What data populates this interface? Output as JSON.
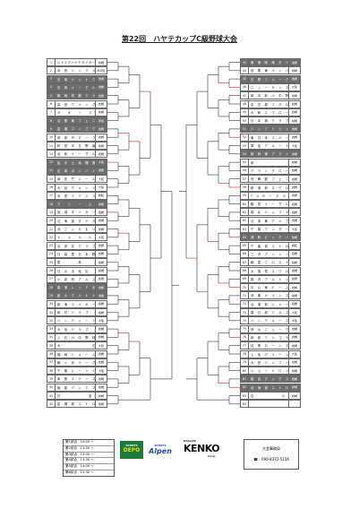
{
  "title": "第22回　ハヤテカップC級野球大会",
  "left_teams": [
    {
      "no": "1",
      "name": "ヒトミクハヤテタイガース",
      "pref": "岩槻",
      "dark": false
    },
    {
      "no": "2",
      "name": "永　田　ソ　ッ　ク　ス",
      "pref": "所沢区",
      "dark": false
    },
    {
      "no": "3",
      "name": "白　岡　ナ　ッ　ト　ク　ラ　ブ",
      "pref": "岩槻",
      "dark": true
    },
    {
      "no": "4",
      "name": "白　岡　イ　ー　グ　ル　ス",
      "pref": "岩槻",
      "dark": true
    },
    {
      "no": "5",
      "name": "鶴　岡　栄　鶴　ク　ラ　ブ",
      "pref": "岩槻",
      "dark": true
    },
    {
      "no": "6",
      "name": "高　田　ウ　イ　ン　グ　ス",
      "pref": "岩槻",
      "dark": false
    },
    {
      "no": "7",
      "name": "ガ　　オ　　ー　　ズ",
      "pref": "岩槻",
      "dark": false
    },
    {
      "no": "8",
      "name": "北　関　東　フ　ェ　ニ　ッ　ク　ス",
      "pref": "草加",
      "dark": true
    },
    {
      "no": "9",
      "name": "岩　槻　コ　ン　ゴ　ウ　ズ",
      "pref": "岩槻",
      "dark": true
    },
    {
      "no": "10",
      "name": "伊　勢　丹　ピ　ー　ク　ラ　ブ",
      "pref": "岩槻",
      "dark": false
    },
    {
      "no": "11",
      "name": "町　田　市　日　野　南",
      "pref": "岩槻",
      "dark": false
    },
    {
      "no": "12",
      "name": "北　総　イ　ー　グ　ル　ス",
      "pref": "岩槻",
      "dark": false
    },
    {
      "no": "13",
      "name": "岩　手　土　地　開　発",
      "pref": "大阪",
      "dark": true
    },
    {
      "no": "14",
      "name": "石　岡　ボ　ン　バ　イ　ズ",
      "pref": "岩槻",
      "dark": true
    },
    {
      "no": "15",
      "name": "南　佐　竹　シ　ー　ル　ズ",
      "pref": "大阪",
      "dark": false
    },
    {
      "no": "16",
      "name": "大　谷　ウ　ォ　ン　ツ",
      "pref": "大阪",
      "dark": false
    },
    {
      "no": "17",
      "name": "永　田　ラ　ク　ジ　ス",
      "pref": "暗転",
      "dark": false
    },
    {
      "no": "18",
      "name": "ク　　リ　　ー　　ム",
      "pref": "岩槻",
      "dark": true
    },
    {
      "no": "19",
      "name": "宮　城　タ　イ　ガ　ー　ス",
      "pref": "岩槻",
      "dark": false
    },
    {
      "no": "20",
      "name": "北　海　道　タ　イ　ガ　ー　ス",
      "pref": "岩槻",
      "dark": false
    },
    {
      "no": "21",
      "name": "北　さ　い　た　ま　シ　ャ",
      "pref": "岩槻",
      "dark": false
    },
    {
      "no": "22",
      "name": "ト　　ゥ　　ル　　ル",
      "pref": "大阪",
      "dark": false
    },
    {
      "no": "23",
      "name": "北　伊　奈　ク　ラ　ブ",
      "pref": "岩槻",
      "dark": false
    },
    {
      "no": "24",
      "name": "日　暮　里　日　本　野　球　ク　ラ　ブ",
      "pref": "岩槻",
      "dark": false
    },
    {
      "no": "25",
      "name": "尾　　　　　林　　　　　北",
      "pref": "岩槻",
      "dark": false
    },
    {
      "no": "26",
      "name": "日　の　出　地　区",
      "pref": "岩槻",
      "dark": false
    },
    {
      "no": "27",
      "name": "小　泉　西　ア　ル　ス　タ　ー　ズ",
      "pref": "岩槻",
      "dark": false
    },
    {
      "no": "28",
      "name": "森　浦　レ　ッ　ド　ボ　ン",
      "pref": "岩槻",
      "dark": true
    },
    {
      "no": "29",
      "name": "新　小　ア　ル　ナ　イ　ル",
      "pref": "岩槻",
      "dark": true
    },
    {
      "no": "30",
      "name": "新　海　ラ　イ　ガ　ー　ス",
      "pref": "岩槻",
      "dark": false
    },
    {
      "no": "31",
      "name": "新　村　ク　ラ　ブ",
      "pref": "岩槻",
      "dark": false
    },
    {
      "no": "32",
      "name": "ハ　ン　テ　ィ　ー　ド　イ　ク",
      "pref": "大阪",
      "dark": false
    },
    {
      "no": "33",
      "name": "大　島　ク　ラ　ブ",
      "pref": "岩槻",
      "dark": false
    },
    {
      "no": "34",
      "name": "上　石　川　中　野　球",
      "pref": "岩槻",
      "dark": false
    },
    {
      "no": "35",
      "name": "大　　　　　　　　　正",
      "pref": "大阪",
      "dark": false
    },
    {
      "no": "36",
      "name": "福　岡　ト　ゥ　ー　ム",
      "pref": "岩槻",
      "dark": false
    },
    {
      "no": "37",
      "name": "鶴　ヶ　島　イ　ー　グ　ル　ス",
      "pref": "岩槻",
      "dark": false
    },
    {
      "no": "38",
      "name": "千　葉　ム　ー　ン　イ　ン",
      "pref": "大阪",
      "dark": false
    },
    {
      "no": "39",
      "name": "南　昌　ス　ナ　ー　ズ",
      "pref": "岩槻",
      "dark": false
    },
    {
      "no": "40",
      "name": "飯　能　パ　ッ　ク　マ　ン",
      "pref": "岩槻",
      "dark": false
    },
    {
      "no": "41",
      "name": "白　　　　　　　　金",
      "pref": "岩槻",
      "dark": false
    },
    {
      "no": "42",
      "name": "岩　槻　城　ス　ト　ロ　ン　グ　ス",
      "pref": "岩槻",
      "dark": false
    }
  ],
  "right_teams": [
    {
      "no": "43",
      "name": "東　海　岡　崎　タ　イ　ガ　ー　ス",
      "pref": "岩槻",
      "dark": true
    },
    {
      "no": "44",
      "name": "西　関　東　イ　ン　パ　ル　ス",
      "pref": "岩槻",
      "dark": false
    },
    {
      "no": "45",
      "name": "白　鷺　フ　ル　ー　ク　ラ　ブ",
      "pref": "岩槻",
      "dark": true
    },
    {
      "no": "46",
      "name": "ニ　ュ　ー　サ　ン　ズ　ー　ス",
      "pref": "大阪",
      "dark": false
    },
    {
      "no": "47",
      "name": "新　中　新　小　中　野　球",
      "pref": "岩槻",
      "dark": false
    },
    {
      "no": "48",
      "name": "名　古　屋　フ　ク　ロ　ウ　ズ",
      "pref": "岩槻",
      "dark": false
    },
    {
      "no": "49",
      "name": "大　和　ス　ワ　ロ　ー　ズ",
      "pref": "岩槻",
      "dark": false
    },
    {
      "no": "50",
      "name": "日　本　橋　ク　ラ　ブ　セ　ー　ラ　ー　ズ",
      "pref": "岩槻",
      "dark": false
    },
    {
      "no": "51",
      "name": "シ　ッ　ク　ト　ゥ　ッ　ス",
      "pref": "岩槻",
      "dark": true
    },
    {
      "no": "52",
      "name": "東　日　本　ス　ル　ー　ス",
      "pref": "岩槻",
      "dark": false
    },
    {
      "no": "53",
      "name": "草　加　ア　ル　ー　ト　イ　ン　ス",
      "pref": "大阪",
      "dark": false
    },
    {
      "no": "54",
      "name": "那　珂　湊　プ　ラ　イ　ズ　ー　ス",
      "pref": "岩槻",
      "dark": true
    },
    {
      "no": "55",
      "name": "新　　　　　　　　　　宿",
      "pref": "岩槻",
      "dark": false
    },
    {
      "no": "56",
      "name": "グ　ラ　ン　グ　ロ　ー　リ　ー",
      "pref": "岩槻",
      "dark": false
    },
    {
      "no": "57",
      "name": "西　舞　鶴　フ　ェ　ニ　ッ　ク　ス",
      "pref": "岩槻",
      "dark": false
    },
    {
      "no": "58",
      "name": "新　浦　和　ス　ワ　ロ　ー　ズ",
      "pref": "岩槻",
      "dark": false
    },
    {
      "no": "59",
      "name": "T　U　R　ー　ズ　小　ウ　ス",
      "pref": "岩槻",
      "dark": false
    },
    {
      "no": "60",
      "name": "鶴　見　イ　ー　グ　ル　ス",
      "pref": "岩槻",
      "dark": false
    },
    {
      "no": "61",
      "name": "城　北　バ　ッ　フ　ァ　ロ　ー　ズ",
      "pref": "岩槻",
      "dark": false
    },
    {
      "no": "62",
      "name": "北　鴻　巣　ア　ル　ク　ス",
      "pref": "岩槻",
      "dark": false
    },
    {
      "no": "63",
      "name": "千　葉　ウ　ン　ダ　ー　ス",
      "pref": "大阪",
      "dark": false
    },
    {
      "no": "64",
      "name": "浦　和　ビ　ッ　グ　ハ　ー　ス",
      "pref": "岩槻",
      "dark": true
    },
    {
      "no": "65",
      "name": "千　葉　城　ス　ト　ロ　ン　グ　ス",
      "pref": "暗転",
      "dark": false
    },
    {
      "no": "66",
      "name": "三　沢　ア　ン　ツ　ー　ズ",
      "pref": "岩槻",
      "dark": false
    },
    {
      "no": "67",
      "name": "朝　霞　フ　ロ　ス　ト　ー　ズ",
      "pref": "岩槻",
      "dark": false
    },
    {
      "no": "68",
      "name": "大　須　賀　ス　ワ　ロ　ー　ズ",
      "pref": "岩槻",
      "dark": false
    },
    {
      "no": "69",
      "name": "藤　沢　ア　ル　ト　ゥ　ン",
      "pref": "岩槻",
      "dark": false
    },
    {
      "no": "70",
      "name": "中　心　東　ド　ー　ム",
      "pref": "岩槻",
      "dark": false
    },
    {
      "no": "71",
      "name": "鴻　巣　カ　イ　ン　ズ",
      "pref": "岩槻",
      "dark": false
    },
    {
      "no": "72",
      "name": "北　浦　和　シ　ャ　ー　ク　ス",
      "pref": "岩槻",
      "dark": false
    },
    {
      "no": "73",
      "name": "春　日　部　ア　ル　ス　タ　ー　ズ",
      "pref": "大阪",
      "dark": false
    },
    {
      "no": "74",
      "name": "ハ　ン　ウ　ォ　ー　ス　ク",
      "pref": "大阪",
      "dark": false
    },
    {
      "no": "75",
      "name": "狭　山　ニ　ュ　ー　ウ　ェ　イ",
      "pref": "岩槻",
      "dark": false
    },
    {
      "no": "76",
      "name": "新　座　ア　ン　ゴ　ラ",
      "pref": "岩槻",
      "dark": false
    },
    {
      "no": "77",
      "name": "目　黒　ロ　ー　ン　ズ",
      "pref": "岩槻",
      "dark": false
    },
    {
      "no": "78",
      "name": "上　毛　グ　リ　ー　ン　ア　ル",
      "pref": "大阪",
      "dark": false
    },
    {
      "no": "79",
      "name": "大　宮　バ　ン　ブ　ー　ス",
      "pref": "岩槻",
      "dark": false
    },
    {
      "no": "80",
      "name": "シ　ョ　ー　ト　ロ　ン",
      "pref": "岩槻",
      "dark": false
    },
    {
      "no": "81",
      "name": "越　谷　グ　ッ　ク　ス　レ",
      "pref": "岩槻",
      "dark": true
    },
    {
      "no": "82",
      "name": "北　海　道　ス　ト　ロ　ン　グ　ス",
      "pref": "岩槻",
      "dark": true
    },
    {
      "no": "83",
      "name": "吉　　　　　　　　川",
      "pref": "岩槻",
      "dark": false
    },
    {
      "no": "84",
      "name": "",
      "pref": "",
      "dark": false
    }
  ],
  "schedule": [
    "第1試合　10:00 ～",
    "第2試合　11:30 ～",
    "第3試合　13:00 ～",
    "第4試合　13:30 ～",
    "第5試合　14:00 ～",
    "第6試合　15:30 ～"
  ],
  "sponsors": {
    "depo": "DEPO",
    "depo_sub": "SPORTS",
    "alpen": "Alpen",
    "alpen_sub": "SPORTS",
    "kenko_top": "NAGASE",
    "kenko": "KENKO",
    "kenko_sub": "Corp."
  },
  "contact": {
    "office": "大会事務局",
    "phone": "☎　090-8372-5156"
  },
  "colors": {
    "win_line": "#d9241c",
    "line": "#333333",
    "dark_row": "#6e6e6e"
  }
}
